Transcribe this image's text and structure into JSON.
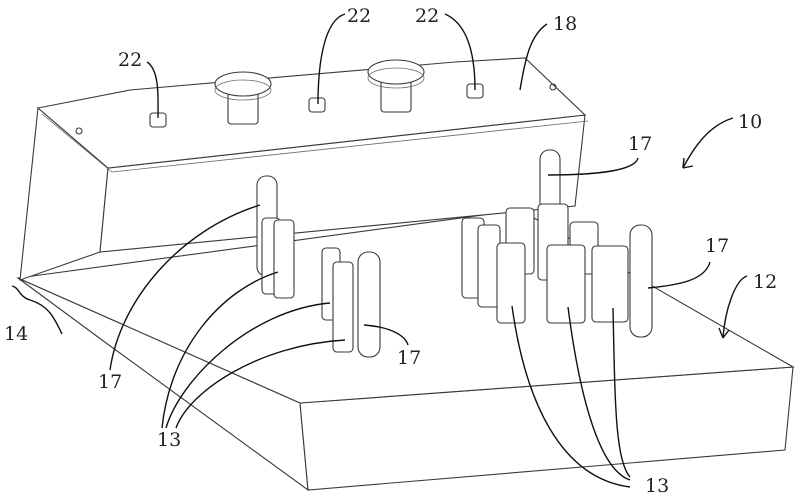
{
  "figure": {
    "labels": {
      "l22a": "22",
      "l22b": "22",
      "l22c": "22",
      "l18": "18",
      "l10": "10",
      "l17a": "17",
      "l17b": "17",
      "l17c": "17",
      "l17d": "17",
      "l12": "12",
      "l14": "14",
      "l13a": "13",
      "l13b": "13"
    }
  }
}
